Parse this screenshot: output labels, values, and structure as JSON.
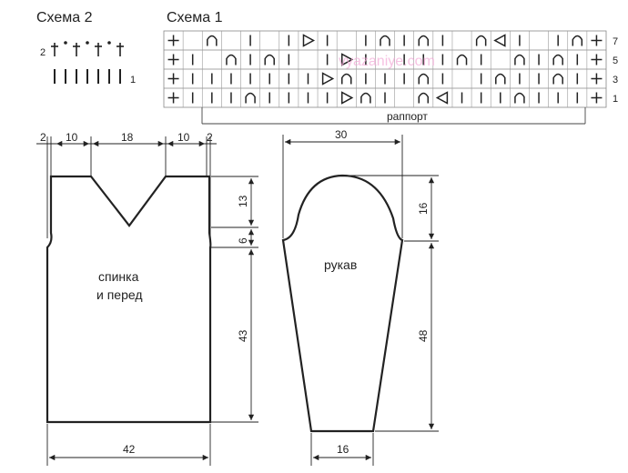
{
  "schemes": {
    "scheme2_title": "Схема 2",
    "scheme1_title": "Схема 1",
    "scheme2_row_top": "2",
    "scheme2_row_bottom": "1",
    "row_numbers": [
      "7",
      "5",
      "3",
      "1"
    ],
    "repeat_label": "раппорт",
    "watermark": "vyazaniye.com"
  },
  "body_piece": {
    "label_line1": "спинка",
    "label_line2": "и перед",
    "dim_top": [
      "2",
      "10",
      "18",
      "10",
      "2"
    ],
    "dim_neck": "13",
    "dim_armhole": "6",
    "dim_height": "43",
    "dim_width": "42"
  },
  "sleeve_piece": {
    "label": "рукав",
    "dim_top": "30",
    "dim_cap": "16",
    "dim_length": "48",
    "dim_cuff": "16"
  },
  "colors": {
    "ink": "#222222",
    "watermark": "#f3a8d6"
  }
}
